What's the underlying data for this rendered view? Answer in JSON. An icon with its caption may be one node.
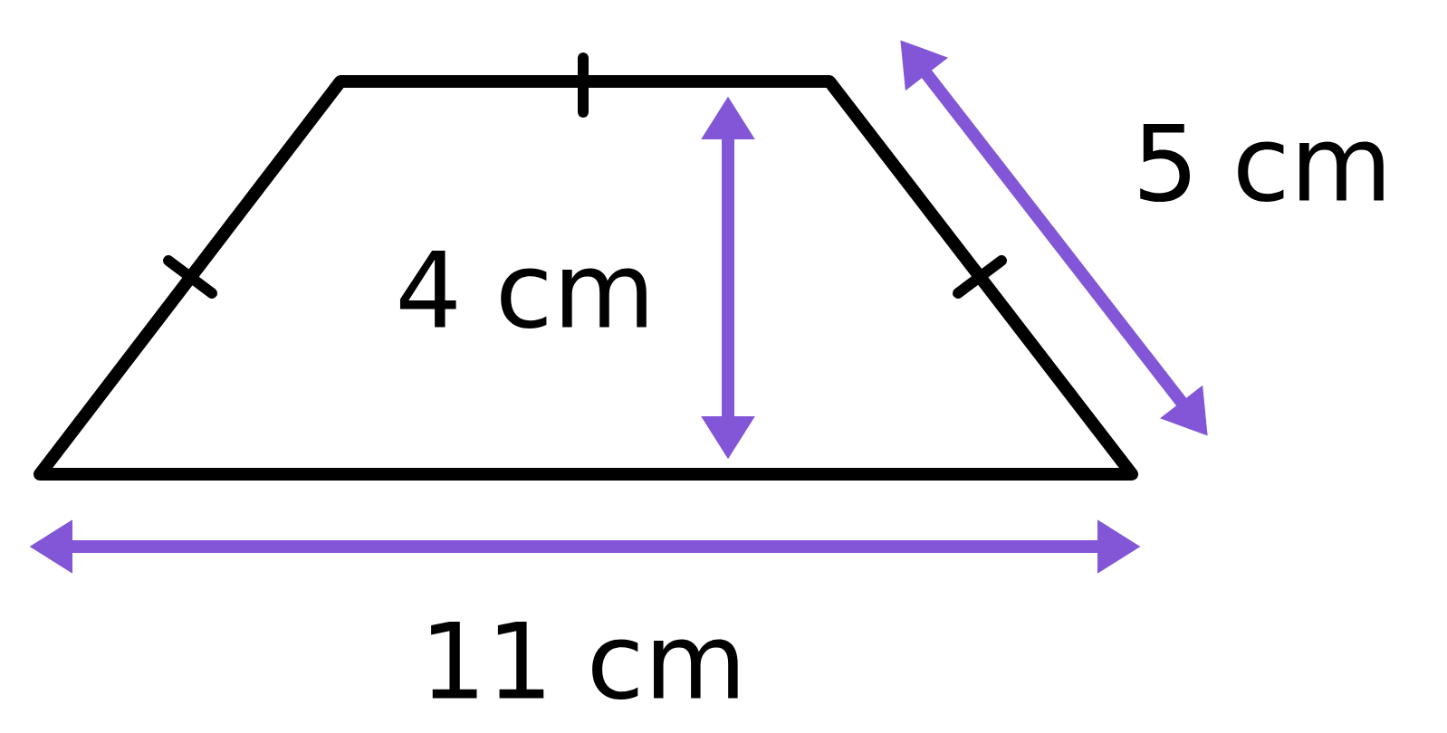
{
  "diagram": {
    "labels": [
      "5 cm",
      "4 cm",
      "11 cm"
    ]
  }
}
